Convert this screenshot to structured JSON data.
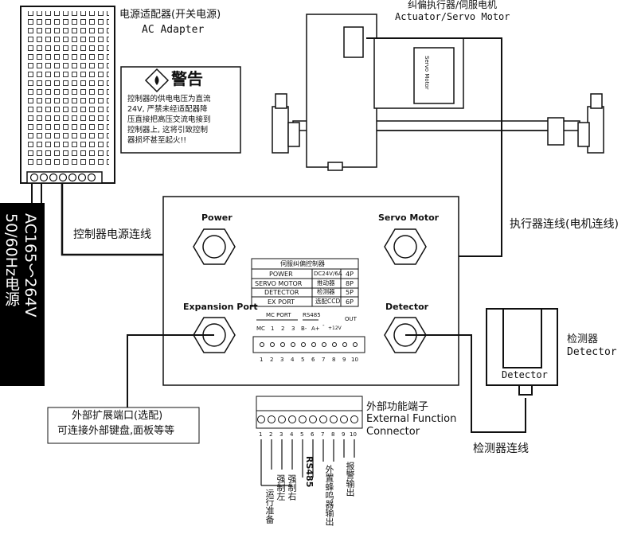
{
  "adapter": {
    "title_cn": "电源适配器(开关电源)",
    "title_en": "AC Adapter"
  },
  "warning": {
    "title": "警告",
    "lines": [
      "控制器的供电电压为直流",
      "24V, 严禁未经适配器降",
      "压直接把高压交流电接到",
      "控制器上, 这将引致控制",
      "器损坏甚至起火!!"
    ]
  },
  "actuator": {
    "title_cn": "纠偏执行器/伺服电机",
    "title_en": "Actuator/Servo Motor",
    "motor_label": "Servo Motor"
  },
  "mains_banner": {
    "line1": "AC165～264V",
    "line2": "50/60Hz电源"
  },
  "controller": {
    "ports": {
      "power": "Power",
      "servo": "Servo Motor",
      "expansion": "Expansion Port",
      "detector": "Detector"
    },
    "table": {
      "header": "伺服纠偏控制器",
      "rows": [
        [
          "POWER",
          "DC24V/6A",
          "4P"
        ],
        [
          "SERVO MOTOR",
          "推动器",
          "8P"
        ],
        [
          "DETECTOR",
          "检测器",
          "5P"
        ],
        [
          "EX PORT",
          "选配CCD",
          "6P"
        ]
      ]
    },
    "terminal": {
      "group_labels": [
        "MC PORT",
        "RS485",
        "OUT"
      ],
      "pin_labels": [
        "MC",
        "1",
        "2",
        "3",
        "B-",
        "A+",
        "-",
        "+12V",
        "",
        ""
      ],
      "numbers": [
        "1",
        "2",
        "3",
        "4",
        "5",
        "6",
        "7",
        "8",
        "9",
        "10"
      ]
    }
  },
  "labels": {
    "power_cable": "控制器电源连线",
    "actuator_cable": "执行器连线(电机连线)",
    "detector_cable": "检测器连线",
    "expansion_cn1": "外部扩展端口(选配)",
    "expansion_cn2": "可连接外部键盘,面板等等"
  },
  "detector": {
    "title_cn": "检测器",
    "title_en": "Detector",
    "body_label": "Detector"
  },
  "external": {
    "title_cn": "外部功能端子",
    "title_en1": "External Function",
    "title_en2": "Connector",
    "numbers": [
      "1",
      "2",
      "3",
      "4",
      "5",
      "6",
      "7",
      "8",
      "9",
      "10"
    ],
    "vertical_labels": [
      "运行准备",
      "强制左",
      "强制右",
      "RS485",
      "外置蜂鸣器输出",
      "报警输出"
    ]
  }
}
